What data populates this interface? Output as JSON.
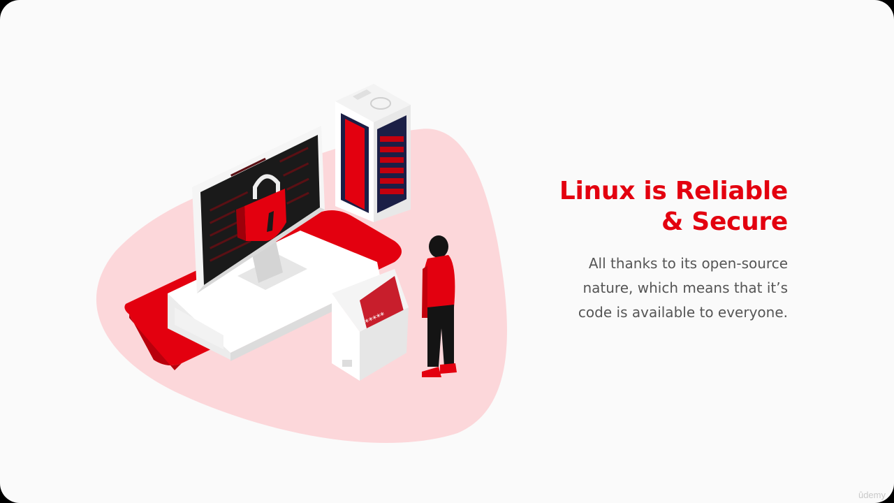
{
  "slide": {
    "title_line1": "Linux is Reliable",
    "title_line2": "& Secure",
    "body_line1": "All thanks to its open-source",
    "body_line2": "nature, which means that it’s",
    "body_line3": "code is available to everyone.",
    "watermark": "ûdemy"
  },
  "illustration": {
    "kiosk_screen_text": "*****",
    "icons": [
      "monitor-icon",
      "padlock-icon",
      "server-rack-icon",
      "person-figure",
      "password-kiosk-icon"
    ]
  },
  "colors": {
    "accent": "#e3000f",
    "blob": "#fcd7da",
    "background": "#fafafa",
    "body_text": "#555555"
  }
}
